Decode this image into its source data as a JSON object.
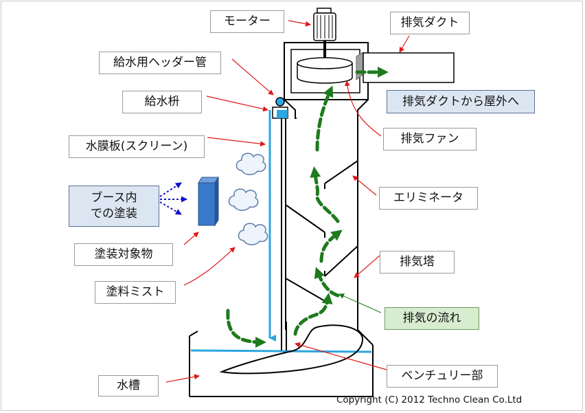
{
  "labels": {
    "motor": "モーター",
    "exhaust_duct": "排気ダクト",
    "supply_header": "給水用ヘッダー管",
    "supply_basin": "給水枡",
    "duct_outdoor": "排気ダクトから屋外へ",
    "water_screen": "水膜板(スクリーン)",
    "exhaust_fan": "排気ファン",
    "booth_painting_line1": "ブース内",
    "booth_painting_line2": "での塗装",
    "eliminator": "エリミネータ",
    "painted_object": "塗装対象物",
    "exhaust_tower": "排気塔",
    "paint_mist": "塗料ミスト",
    "exhaust_flow": "排気の流れ",
    "venturi": "ベンチュリー部",
    "water_tank": "水槽"
  },
  "copyright": "Copyright (C) 2012 Techno Clean Co.Ltd",
  "colors": {
    "callout_arrow": "#e01818",
    "flow_arrow": "#1e7a1e",
    "water_line": "#2aa6e0",
    "spray_arrow": "#1010cc",
    "object_fill": "#3a78c8",
    "outdoor_label_bg": "#dce6f2",
    "flow_label_bg": "#d8ecd0"
  }
}
